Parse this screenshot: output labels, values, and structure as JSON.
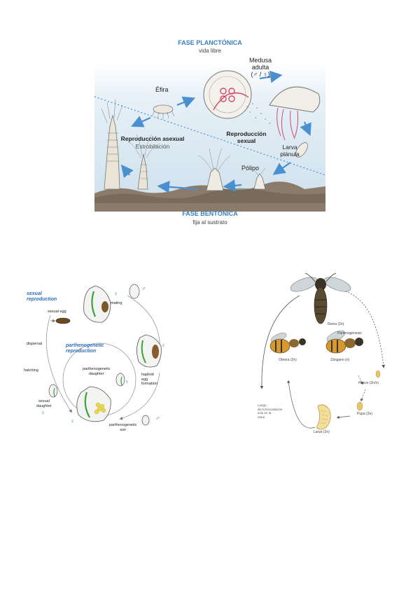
{
  "jellyfish": {
    "phase_top_title": "FASE PLANCTÓNICA",
    "phase_top_sub": "vida libre",
    "phase_bottom_title": "FASE BENTÓNICA",
    "phase_bottom_sub": "fija al sustrato",
    "medusa_l1": "Medusa",
    "medusa_l2": "adulta",
    "medusa_l3": "(♂ / ♀)",
    "efira": "Éfira",
    "asexual_title": "Reproducción asexual",
    "asexual_sub": "Estrobilación",
    "sexual_l1": "Reproducción",
    "sexual_l2": "sexual",
    "larva_l1": "Larva",
    "larva_l2": "plánula",
    "polipo": "Pólipo",
    "colors": {
      "title_blue": "#3a7fc1",
      "water": "#dbe9f2",
      "arrow": "#4a8fd0",
      "ground": "#8a7b6a"
    }
  },
  "daphnia": {
    "sexual_repro_l1": "sexual",
    "sexual_repro_l2": "reproduction",
    "sexual_egg": "sexual egg",
    "mating": "mating",
    "dispersal": "dispersal",
    "parth_repro_l1": "parthenogenetic",
    "parth_repro_l2": "reproduction",
    "parth_daughter_l1": "parthenogenetic",
    "parth_daughter_l2": "daughter",
    "hatching": "hatching",
    "sexual_daughter_l1": "sexual",
    "sexual_daughter_l2": "daughter",
    "haploid_l1": "haploid",
    "haploid_l2": "egg",
    "haploid_l3": "formation",
    "parth_son_l1": "parthenogenetic",
    "parth_son_l2": "son",
    "female_symbol": "♀",
    "male_symbol": "♂",
    "colors": {
      "blue_text": "#2f6fc0",
      "gut": "#3aa33a",
      "egg": "#e6d84a",
      "symbol": "#3a86c8"
    }
  },
  "bee": {
    "reina": "Reina (2n)",
    "partenogenesis": "Partenogénesis",
    "obrera": "Obrera (2n)",
    "zangano": "Zángano (n)",
    "huevo": "Huevo (2n/n)",
    "pupa": "Pupa (2n)",
    "larva": "Larva (2n)",
    "note_l1": "Luego",
    "note_l2": "de la fecundación",
    "note_l3": "solo en la",
    "note_l4": "reina",
    "colors": {
      "body": "#d79a2a",
      "dark": "#3b3328",
      "wing": "#cfd6da"
    }
  }
}
